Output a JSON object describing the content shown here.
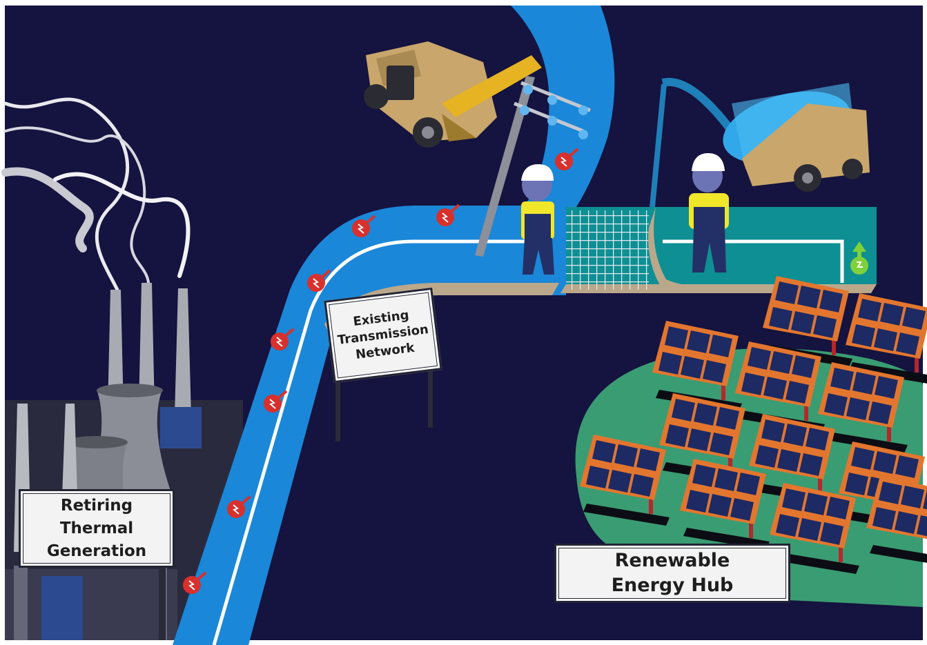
{
  "scene": {
    "colors": {
      "night_sky": "#15133f",
      "power_line_blue": "#1b87d8",
      "ground_tan": "#bba88b",
      "teal_pad": "#0e8f93",
      "hub_green": "#3a9c72",
      "solar_frame_orange": "#e3762f",
      "solar_cell_navy": "#1d2a63",
      "electricity_badge_red": "#d8302c",
      "renewable_badge_green": "#7ed13a"
    },
    "icons": [
      "factory-chimney-icon",
      "cooling-tower-icon",
      "electricity-badge-icon",
      "crane-truck-icon",
      "concrete-mixer-truck-icon",
      "worker-icon",
      "solar-panel-icon",
      "power-pole-icon"
    ]
  },
  "signs": {
    "thermal": {
      "line1": "Retiring",
      "line2": "Thermal",
      "line3": "Generation"
    },
    "transmission": {
      "line1": "Existing",
      "line2": "Transmission",
      "line3": "Network"
    },
    "renewable": {
      "line1": "Renewable",
      "line2": "Energy Hub"
    }
  }
}
